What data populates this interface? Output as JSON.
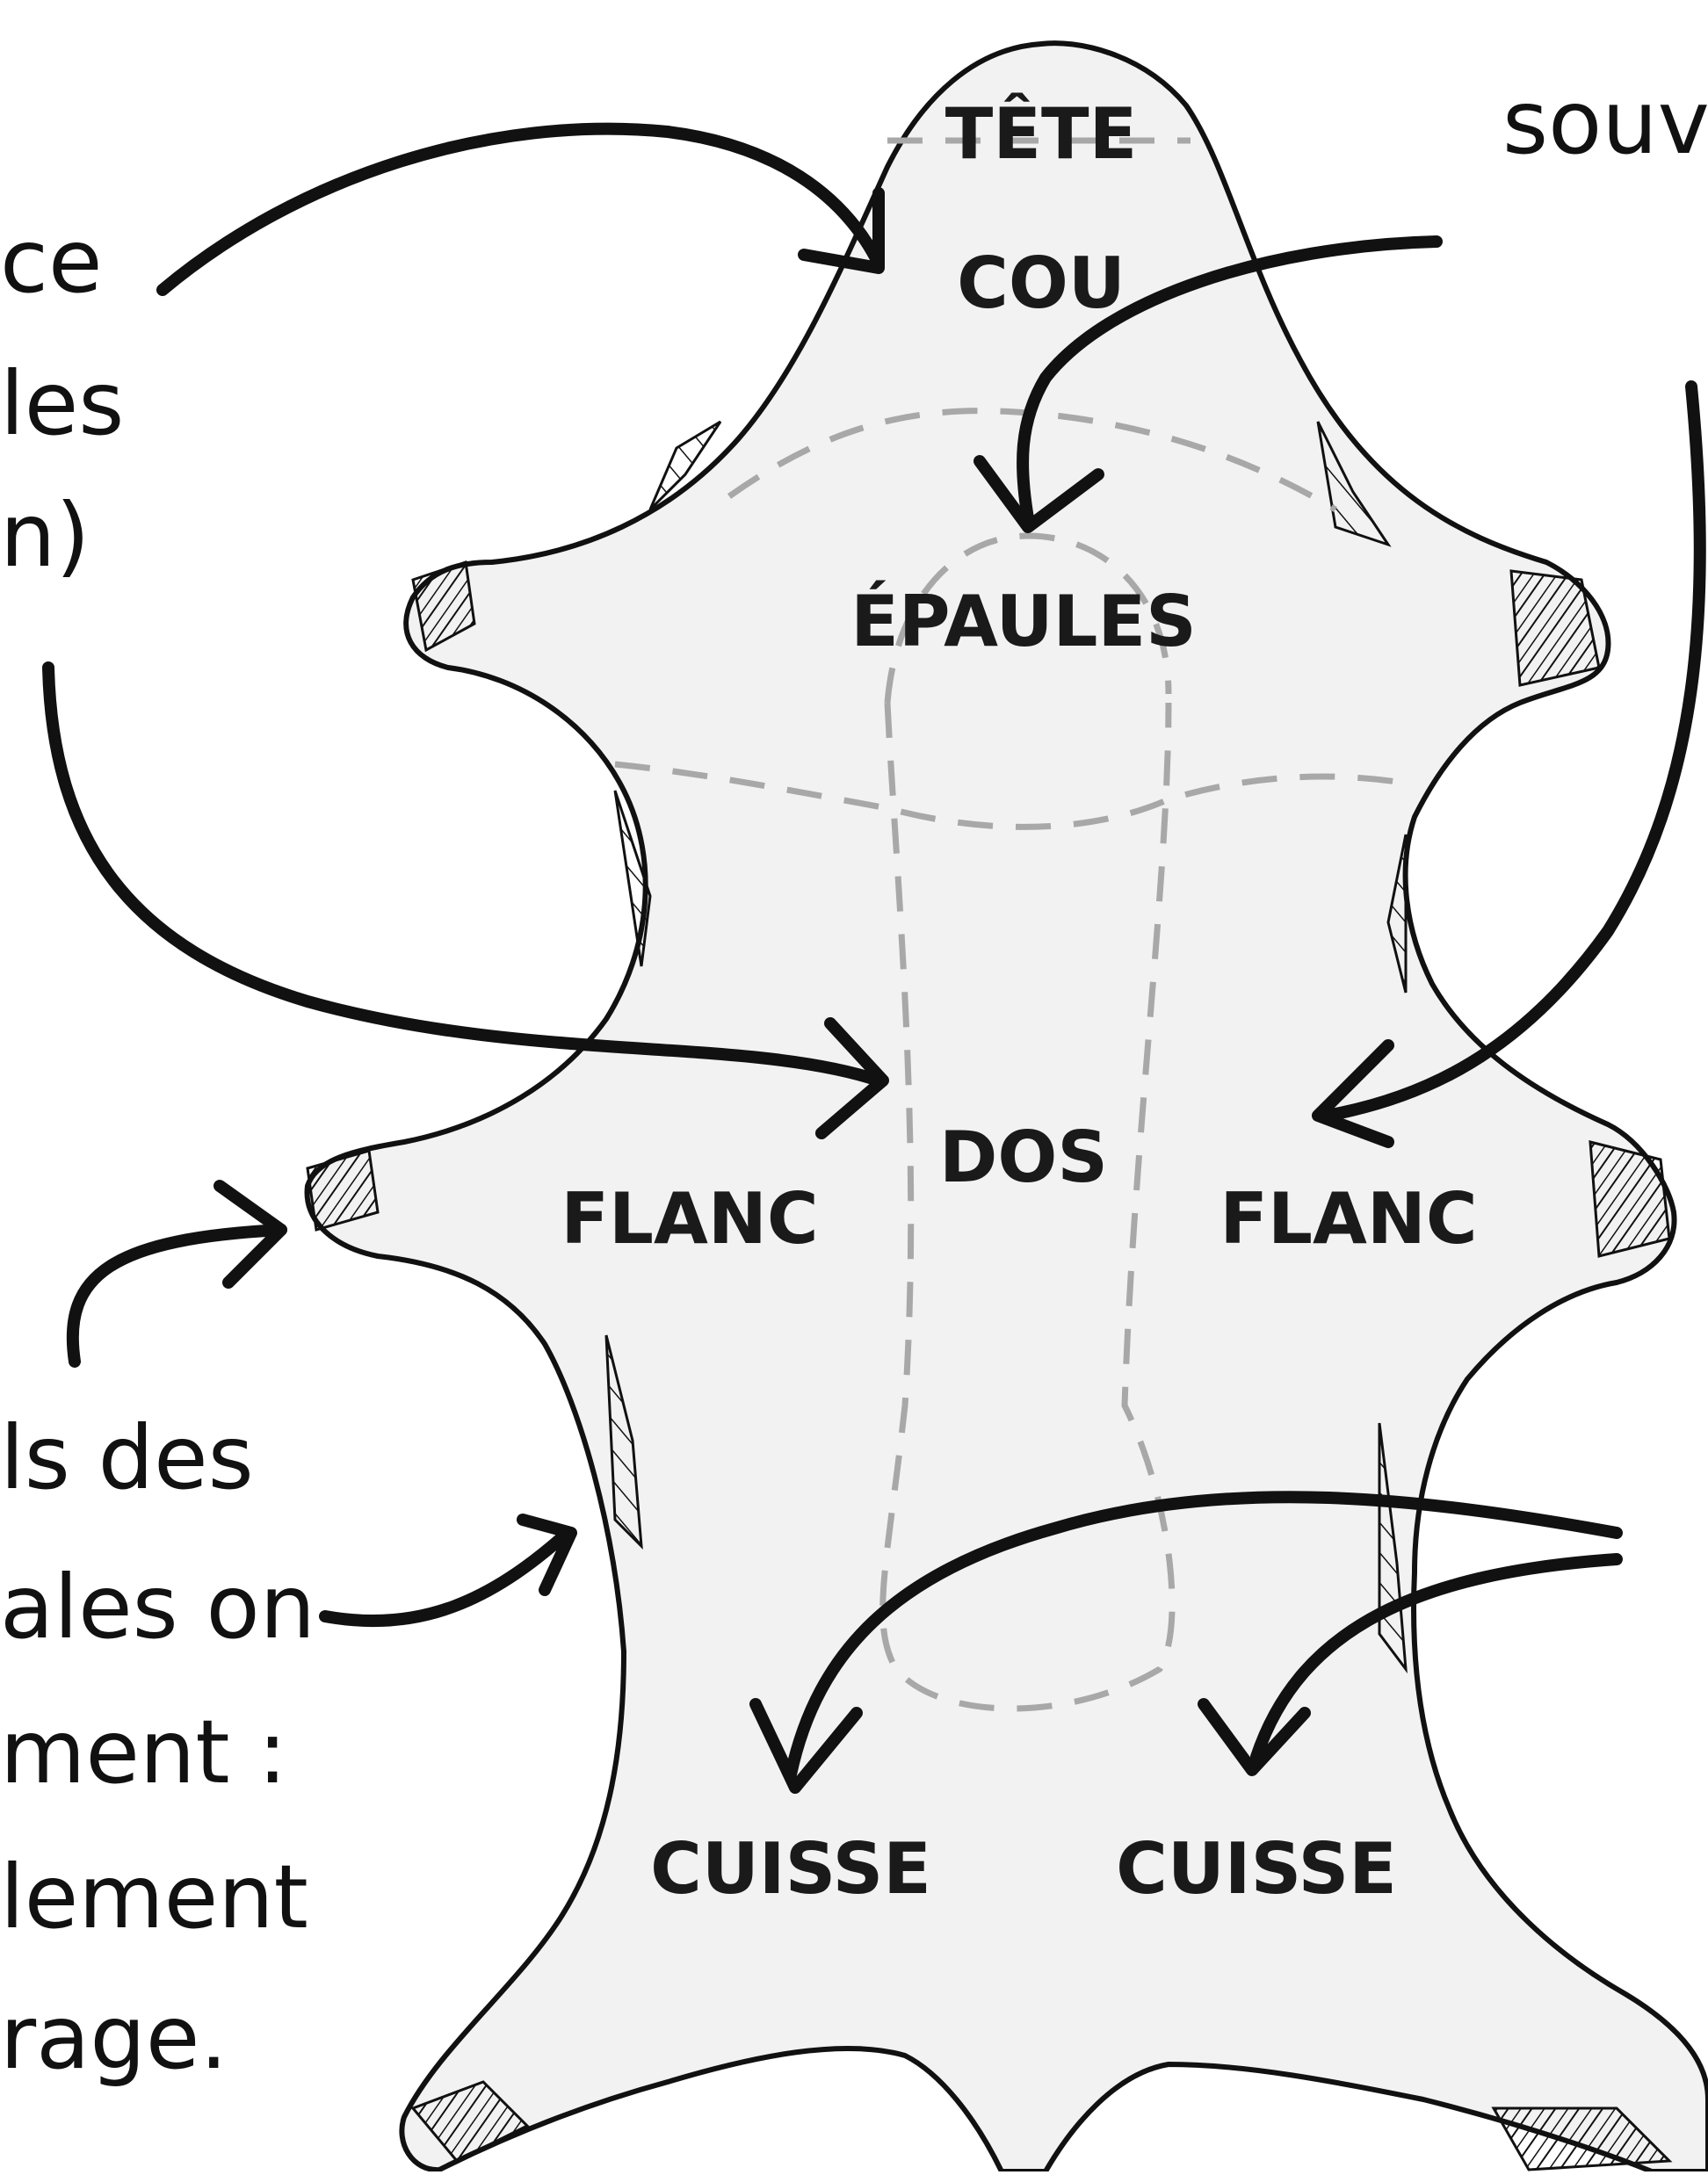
{
  "colors": {
    "background": "#ffffff",
    "hide_fill": "#f2f2f2",
    "outline": "#111111",
    "dashed_lines": "#a8a8a8",
    "text": "#111111"
  },
  "icons": [
    "curved-arrow-icon",
    "cross-hatch-texture"
  ],
  "regions": {
    "tete": "TÊTE",
    "cou": "COU",
    "epaules": "ÉPAULES",
    "dos": "DOS",
    "flanc_left": "FLANC",
    "flanc_right": "FLANC",
    "cuisse_left": "CUISSE",
    "cuisse_right": "CUISSE"
  },
  "side_text": {
    "left": [
      "ce",
      "les",
      "n)",
      "ls des",
      "ales on",
      "ment :",
      "lement",
      "rage."
    ],
    "right": [
      "souv"
    ]
  }
}
